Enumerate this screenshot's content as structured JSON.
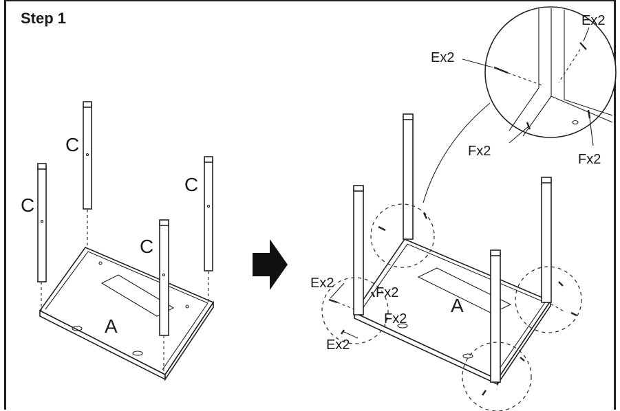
{
  "step": {
    "title": "Step 1"
  },
  "left": {
    "parts": {
      "leg_label": "C",
      "panel_label": "A"
    }
  },
  "right": {
    "panel_label": "A",
    "callouts": {
      "ex2_a": "Ex2",
      "ex2_b": "Ex2",
      "fx2_a": "Fx2",
      "fx2_b": "Fx2",
      "ex2_c": "Ex2",
      "fx2_c": "Fx2",
      "fx2_d": "Fx2",
      "ex2_d": "Ex2"
    }
  },
  "icons": {
    "arrow": "arrow-right-icon"
  }
}
